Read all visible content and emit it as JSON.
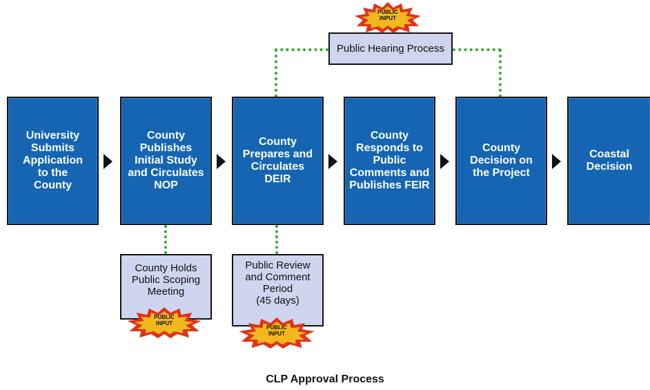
{
  "steps": [
    {
      "label": "University\nSubmits\nApplication\nto the\nCounty"
    },
    {
      "label": "County\nPublishes\nInitial Study\nand Circulates\nNOP"
    },
    {
      "label": "County\nPrepares and\nCirculates\nDEIR"
    },
    {
      "label": "County\nResponds to\nPublic\nComments and\nPublishes FEIR"
    },
    {
      "label": "County\nDecision on\nthe Project"
    },
    {
      "label": "Coastal\nDecision"
    }
  ],
  "public_hearing": {
    "label": "Public Hearing Process"
  },
  "scoping": {
    "label": "County Holds\nPublic Scoping\nMeeting"
  },
  "review": {
    "label": "Public Review\nand Comment\nPeriod\n(45 days)"
  },
  "public_input_label": "PUBLIC\nINPUT",
  "caption": "CLP Approval Process",
  "colors": {
    "step_fill": "#1565b3",
    "sub_fill": "#cdd6ee",
    "dotted_line": "#2ea82e",
    "burst_fill": "#f2b81e",
    "burst_outer": "#e2311a"
  }
}
